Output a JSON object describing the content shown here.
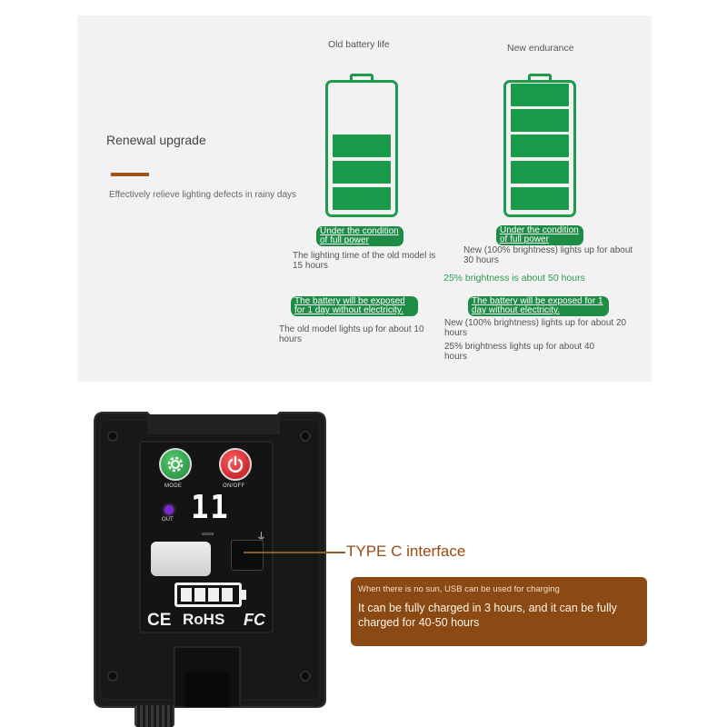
{
  "infographic": {
    "left_column_title": "Old battery life",
    "right_column_title": "New endurance",
    "section_title": "Renewal upgrade",
    "section_subtitle": "Effectively relieve lighting defects in rainy days",
    "old_full_power_tag": "Under the condition of full power",
    "new_full_power_tag": "Under the condition of full power",
    "old_full_power_desc": "The lighting time of the old model is 15 hours",
    "new_full_power_desc": "New (100% brightness) lights up for about 30 hours",
    "new_full_power_25": "25% brightness is about 50 hours",
    "old_exposed_tag": "The battery will be exposed for 1 day without electricity.",
    "new_exposed_tag": "The battery will be exposed for 1 day without electricity.",
    "old_exposed_desc": "The old model lights up for about 10 hours",
    "new_exposed_desc": "New (100% brightness) lights up for about 20 hours",
    "new_exposed_25": "25% brightness lights up for about 40 hours",
    "old_battery_cells_filled": 3,
    "new_battery_cells_filled": 5,
    "battery_cells_total": 5,
    "accent_green": "#1e8c44",
    "accent_brown": "#a0521d"
  },
  "device": {
    "mode_label": "MODE",
    "onoff_label": "ON/OFF",
    "out_label": "OUT",
    "display_mode_label": "MODE",
    "display_digits": "11",
    "battery_bars_filled": 4,
    "ce_mark": "CE",
    "rohs_mark": "RoHS",
    "fc_mark": "FC",
    "mode_button_color": "#2aa84a",
    "onoff_button_color": "#d8262c",
    "out_led_color": "#7a2bd6"
  },
  "callout": {
    "type_c_label": "TYPE C interface",
    "charge_note": "When there is no sun, USB can be used for charging",
    "charge_detail": "It can be fully charged in 3 hours, and it can be fully charged for 40-50 hours",
    "box_color": "#8b4a14"
  }
}
